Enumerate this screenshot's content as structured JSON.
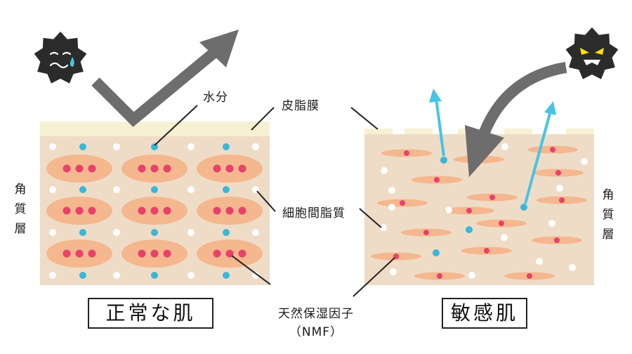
{
  "labels": {
    "water": "水分",
    "sebum": "皮脂膜",
    "lipid": "細胞間脂質",
    "nmf_line1": "天然保湿因子",
    "nmf_line2": "（NMF）",
    "stratum_left": "角質層",
    "stratum_right": "角質層",
    "normal_skin": "正常な肌",
    "sensitive_skin": "敏感肌"
  },
  "colors": {
    "skin_base": "#efdcc6",
    "sebum_film": "#f7f1d4",
    "cell": "#f4b78e",
    "nmf_dot": "#e8416a",
    "water_dot": "#38b7d9",
    "lipid_dot": "#ffffff",
    "arrow_gray": "#6d6d6d",
    "water_arrow": "#47c3e6",
    "germ": "#2b2b2b",
    "germ_eyes": "#ffe300"
  },
  "icons": {
    "normal_germ": "sad-germ-icon",
    "sensitive_germ": "angry-germ-icon"
  }
}
